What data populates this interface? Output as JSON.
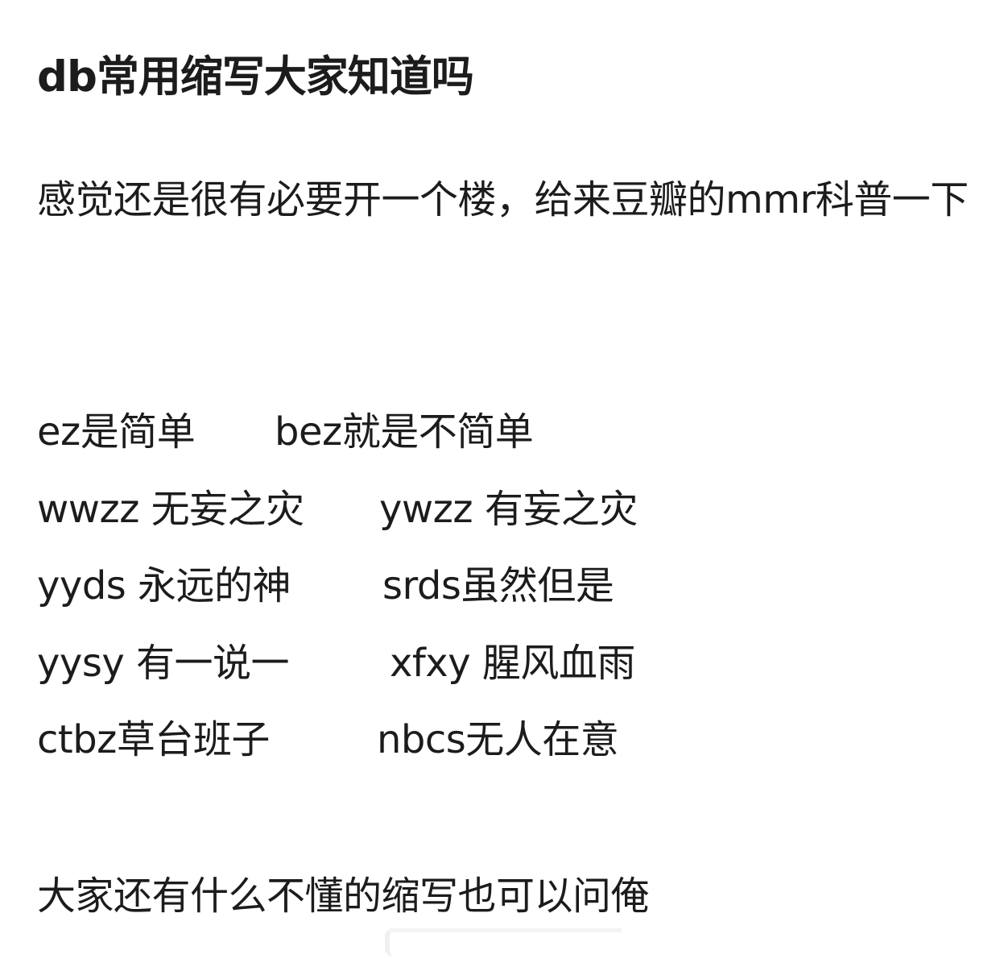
{
  "post": {
    "title": "db常用缩写大家知道吗",
    "intro": "感觉还是很有必要开一个楼，给来豆瓣的mmr科普一下",
    "abbreviations": [
      {
        "left": "ez是简单",
        "right": "bez就是不简单"
      },
      {
        "left": "wwzz 无妄之灾",
        "right": "ywzz 有妄之灾"
      },
      {
        "left": "yyds 永远的神",
        "right": "srds虽然但是"
      },
      {
        "left": "yysy 有一说一",
        "right": "xfxy 腥风血雨"
      },
      {
        "left": "ctbz草台班子",
        "right": "nbcs无人在意"
      }
    ],
    "closing": "大家还有什么不懂的缩写也可以问俺"
  },
  "colors": {
    "background": "#ffffff",
    "text": "#1c1c1c"
  }
}
